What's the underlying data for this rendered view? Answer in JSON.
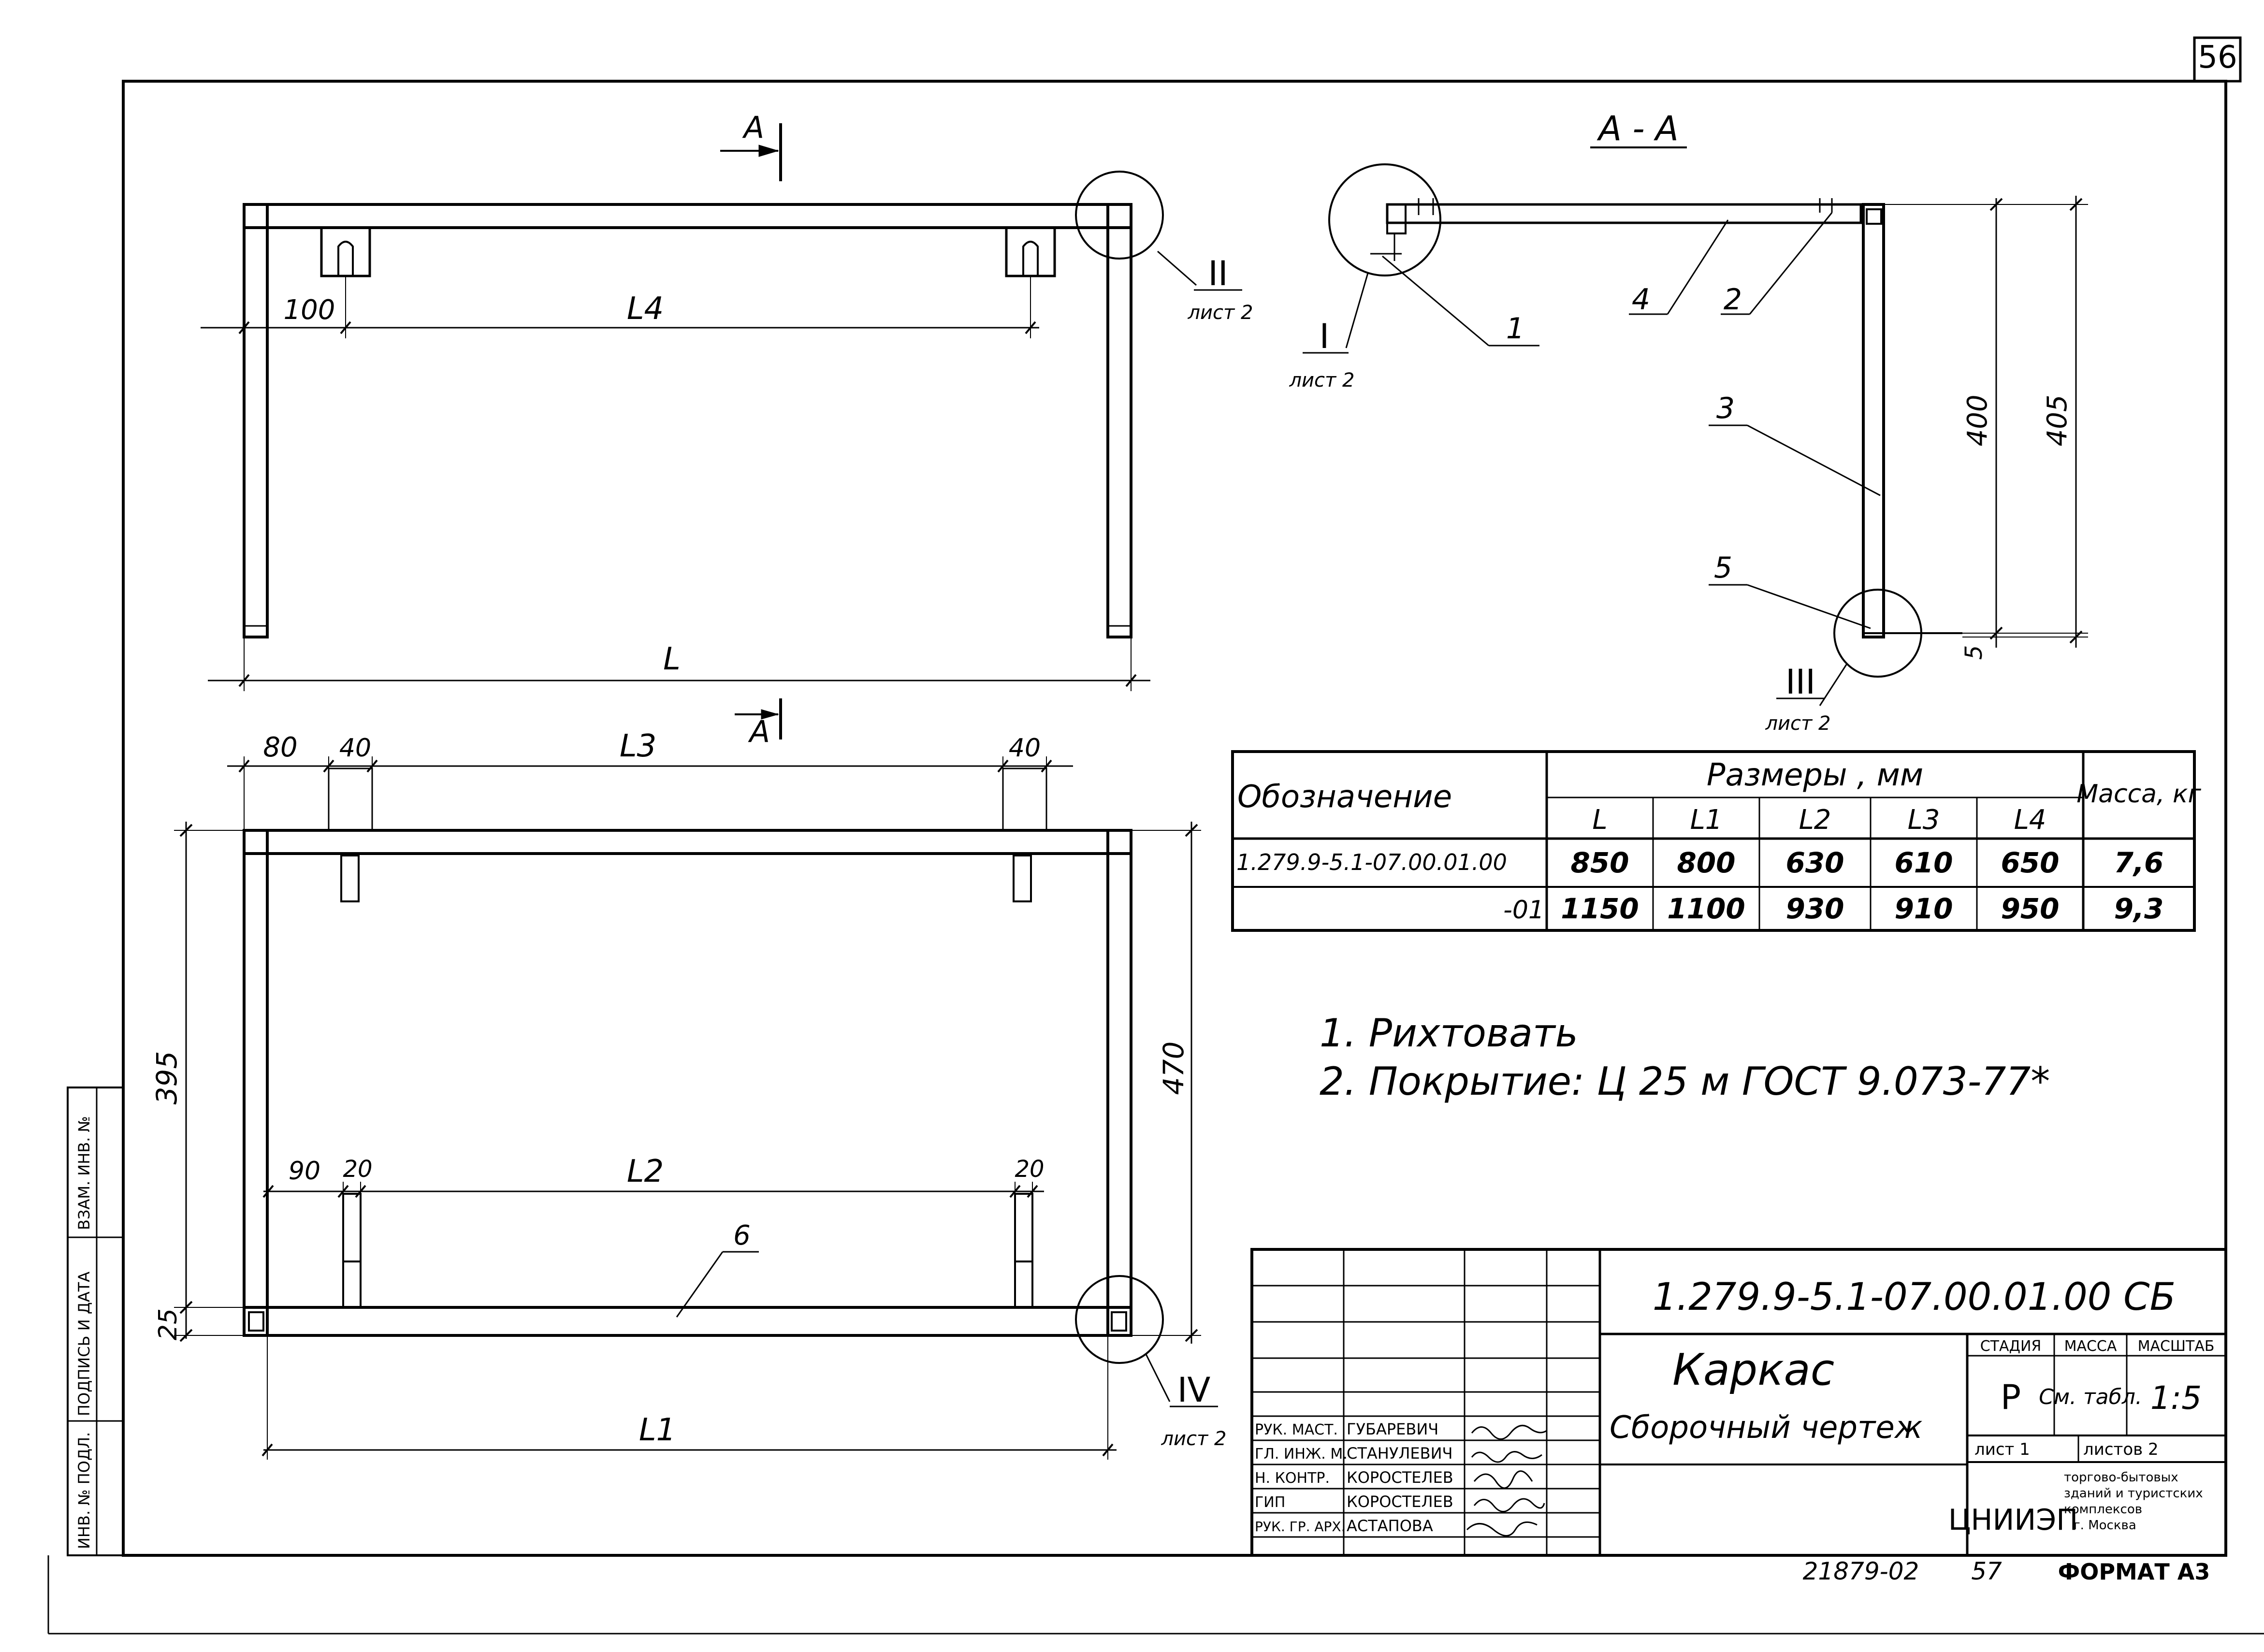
{
  "page_number": "56",
  "section_label": "А - А",
  "cut_mark": "А",
  "view1": {
    "dim_offset": "100",
    "dim_l4": "L4",
    "dim_l": "L",
    "node_id": "II",
    "node_sheet": "лист 2"
  },
  "view2": {
    "dim_80": "80",
    "dim_40a": "40",
    "dim_l3": "L3",
    "dim_40b": "40",
    "dim_395": "395",
    "dim_470": "470",
    "dim_25": "25",
    "dim_90": "90",
    "dim_20a": "20",
    "dim_l2": "L2",
    "dim_20b": "20",
    "dim_l1": "L1",
    "pos_6": "6",
    "node_id": "IV",
    "node_sheet": "лист 2"
  },
  "section": {
    "node_i": "I",
    "node_i_sheet": "лист 2",
    "node_iii": "III",
    "node_iii_sheet": "лист 2",
    "pos_1": "1",
    "pos_2": "2",
    "pos_3": "3",
    "pos_4": "4",
    "pos_5": "5",
    "dim_400": "400",
    "dim_405": "405",
    "dim_5": "5"
  },
  "table": {
    "header_designation": "Обозначение",
    "header_sizes": "Размеры , мм",
    "header_mass": "Масса, кг",
    "columns": [
      "L",
      "L1",
      "L2",
      "L3",
      "L4"
    ],
    "rows": [
      {
        "designation": "1.279.9-5.1-07.00.01.00",
        "values": [
          "850",
          "800",
          "630",
          "610",
          "650"
        ],
        "mass": "7,6"
      },
      {
        "designation": "-01",
        "values": [
          "1150",
          "1100",
          "930",
          "910",
          "950"
        ],
        "mass": "9,3"
      }
    ]
  },
  "notes": [
    "1. Рихтовать",
    "2. Покрытие: Ц 25 м ГОСТ 9.073-77*"
  ],
  "title_block": {
    "doc_code": "1.279.9-5.1-07.00.01.00 СБ",
    "title": "Каркас",
    "subtitle": "Сборочный чертеж",
    "stage_label": "СТАДИЯ",
    "mass_label": "МАССА",
    "scale_label": "МАСШТАБ",
    "stage": "Р",
    "mass": "См. табл.",
    "scale": "1:5",
    "sheet_label": "лист 1",
    "sheets_label": "листов 2",
    "org_logo": "ЦНИИЭП",
    "org_name": [
      "торгово-бытовых",
      "зданий и туристских",
      "комплексов",
      "г. Москва"
    ],
    "signatories": [
      {
        "role": "РУК. МАСТ.",
        "name": "ГУБАРЕВИЧ"
      },
      {
        "role": "ГЛ. ИНЖ. М.",
        "name": "СТАНУЛЕВИЧ"
      },
      {
        "role": "Н. КОНТР.",
        "name": "КОРОСТЕЛЕВ"
      },
      {
        "role": "ГИП",
        "name": "КОРОСТЕЛЕВ"
      },
      {
        "role": "РУК. ГР. АРХ.",
        "name": "АСТАПОВА"
      }
    ]
  },
  "side_stamp": [
    "ИНВ. № ПОДЛ.",
    "ПОДПИСЬ И ДАТА",
    "ВЗАМ. ИНВ. №"
  ],
  "footer": {
    "inventory": "21879-02",
    "page": "57",
    "format": "ФОРМАТ А3"
  }
}
